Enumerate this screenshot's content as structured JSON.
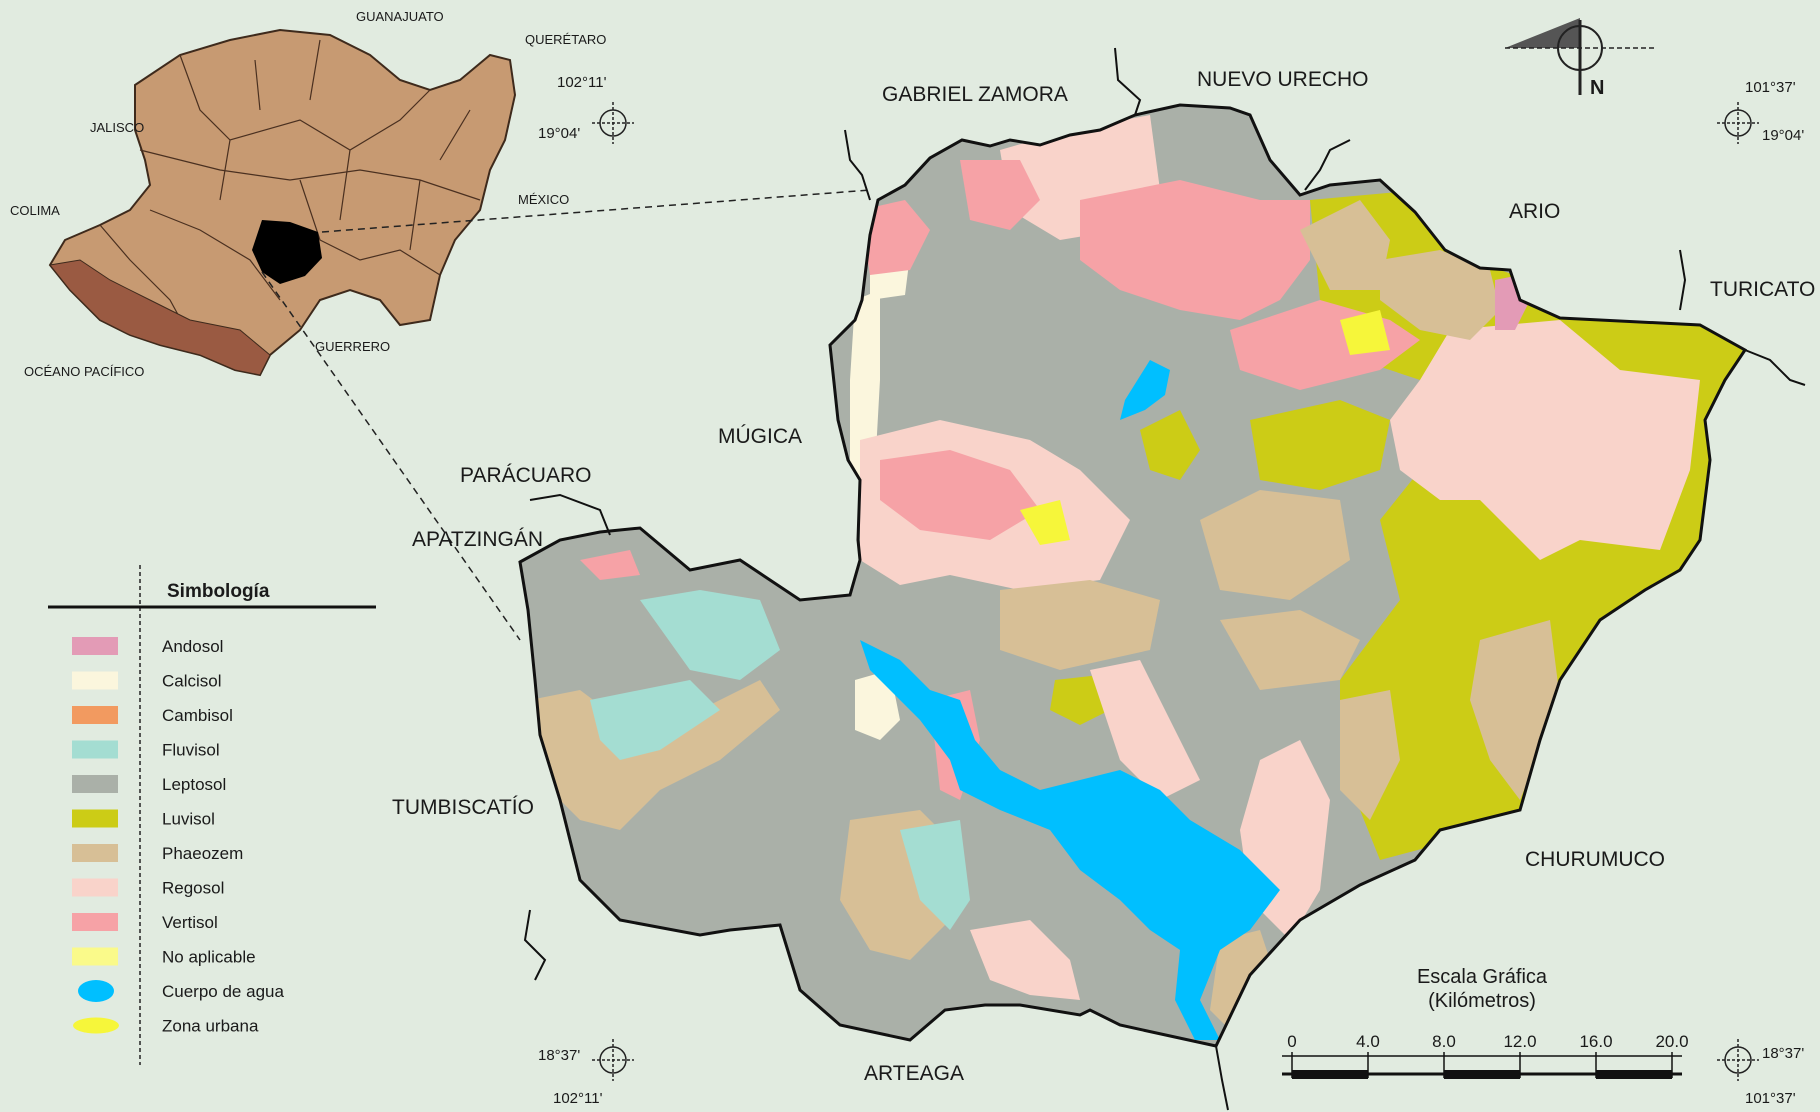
{
  "neighbors": {
    "gabriel_zamora": "GABRIEL ZAMORA",
    "nuevo_urecho": "NUEVO URECHO",
    "ario": "ARIO",
    "turicato": "TURICATO",
    "churumuco": "CHURUMUCO",
    "arteaga": "ARTEAGA",
    "tumbiscatio": "TUMBISCATÍO",
    "apatzingan": "APATZINGÁN",
    "paracuaro": "PARÁCUARO",
    "mugica": "MÚGICA"
  },
  "inset": {
    "guanajuato": "GUANAJUATO",
    "queretaro": "QUERÉTARO",
    "jalisco": "JALISCO",
    "colima": "COLIMA",
    "mexico": "MÉXICO",
    "guerrero": "GUERRERO",
    "oceano": "OCÉANO PACÍFICO"
  },
  "coords": {
    "nw_lon": "102°11'",
    "nw_lat": "19°04'",
    "ne_lon": "101°37'",
    "ne_lat": "19°04'",
    "sw_lat": "18°37'",
    "sw_lon": "102°11'",
    "se_lat": "18°37'",
    "se_lon": "101°37'"
  },
  "north_label": "N",
  "legend": {
    "title": "Simbología",
    "items": [
      {
        "label": "Andosol",
        "color": "#e39bb6"
      },
      {
        "label": "Calcisol",
        "color": "#fbf6dd"
      },
      {
        "label": "Cambisol",
        "color": "#f29a60"
      },
      {
        "label": "Fluvisol",
        "color": "#a4ddd2"
      },
      {
        "label": "Leptosol",
        "color": "#aab0a8"
      },
      {
        "label": "Luvisol",
        "color": "#cccc16"
      },
      {
        "label": "Phaeozem",
        "color": "#d7bf96"
      },
      {
        "label": "Regosol",
        "color": "#f9d3ca"
      },
      {
        "label": "Vertisol",
        "color": "#f6a2a6"
      },
      {
        "label": "No aplicable",
        "color": "#fafa8a"
      },
      {
        "label": "Cuerpo de agua",
        "color": "#00bfff"
      },
      {
        "label": "Zona urbana",
        "color": "#f6f63a"
      }
    ]
  },
  "scale": {
    "title": "Escala Gráfica",
    "unit": "(Kilómetros)",
    "ticks": [
      "0",
      "4.0",
      "8.0",
      "12.0",
      "16.0",
      "20.0"
    ]
  }
}
